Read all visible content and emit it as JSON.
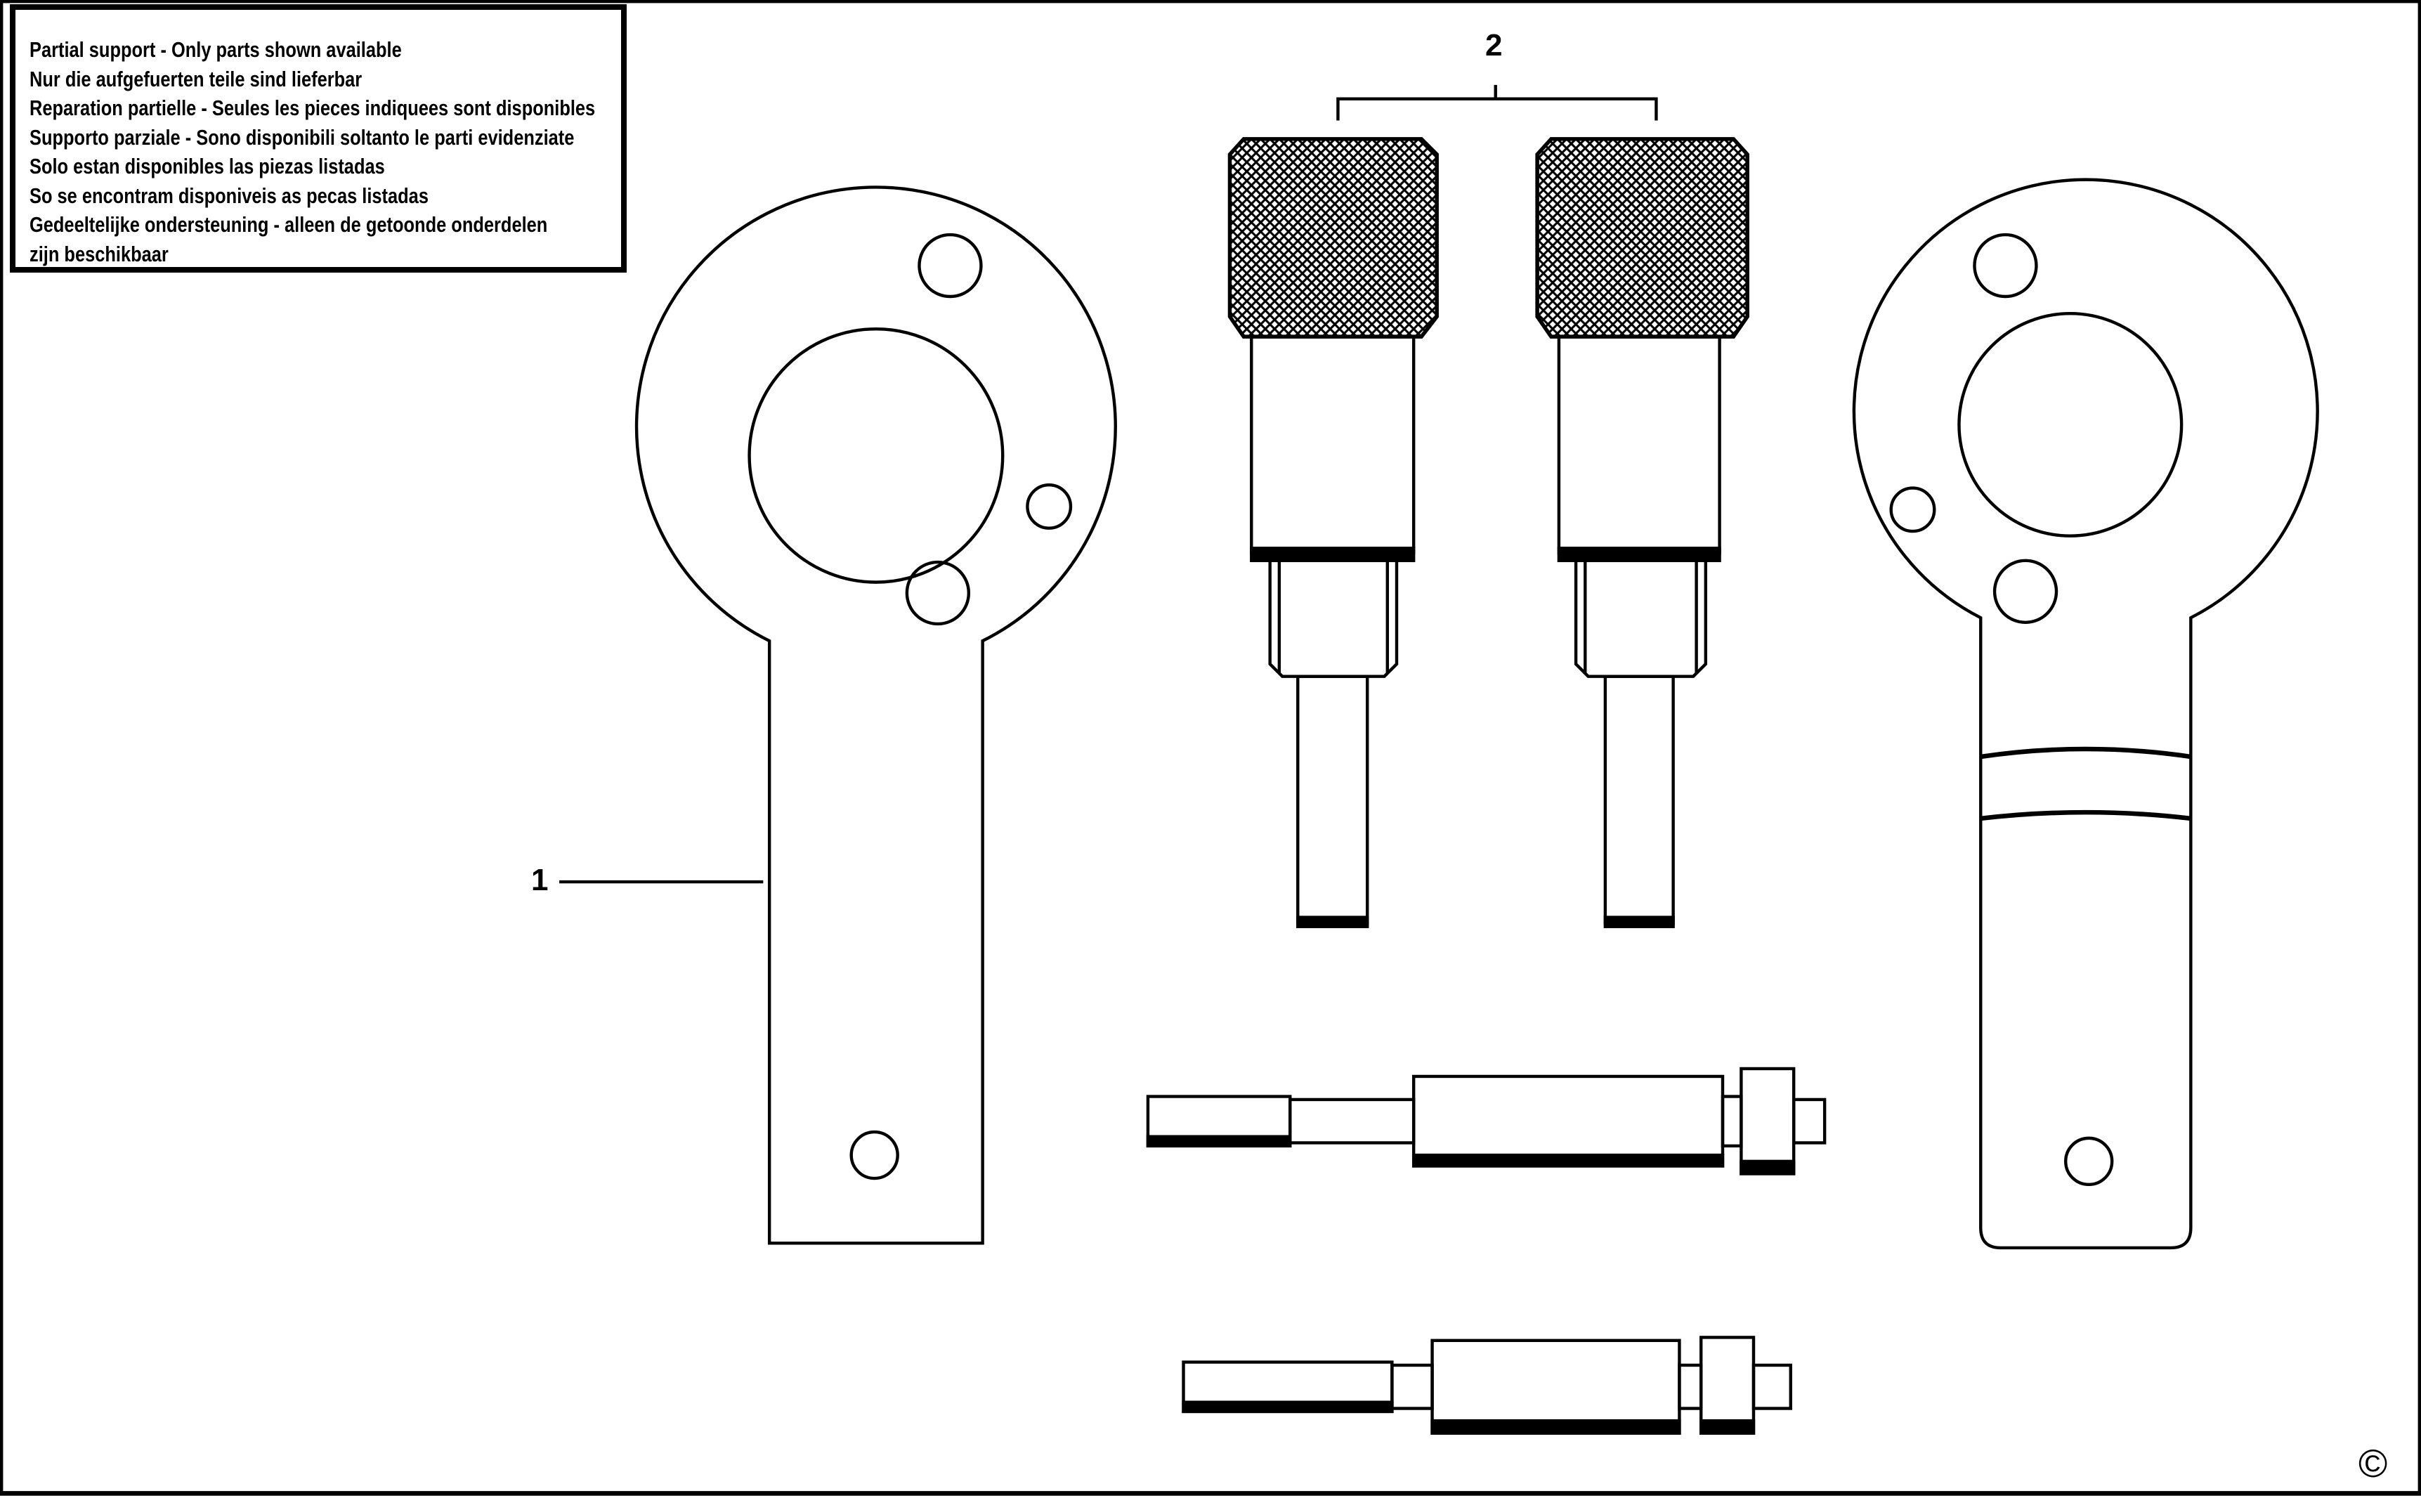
{
  "notice": {
    "lines": [
      "Partial support - Only parts shown available",
      "Nur die aufgefuerten teile sind lieferbar",
      "Reparation partielle - Seules les pieces indiquees sont disponibles",
      "Supporto parziale - Sono disponibili soltanto le parti evidenziate",
      "Solo estan disponibles las piezas listadas",
      "So se encontram disponiveis as pecas listadas",
      "Gedeeltelijke ondersteuning - alleen de getoonde onderdelen",
      "zijn beschikbaar"
    ]
  },
  "callouts": {
    "part1": "1",
    "part2": "2"
  },
  "copyright": "©"
}
